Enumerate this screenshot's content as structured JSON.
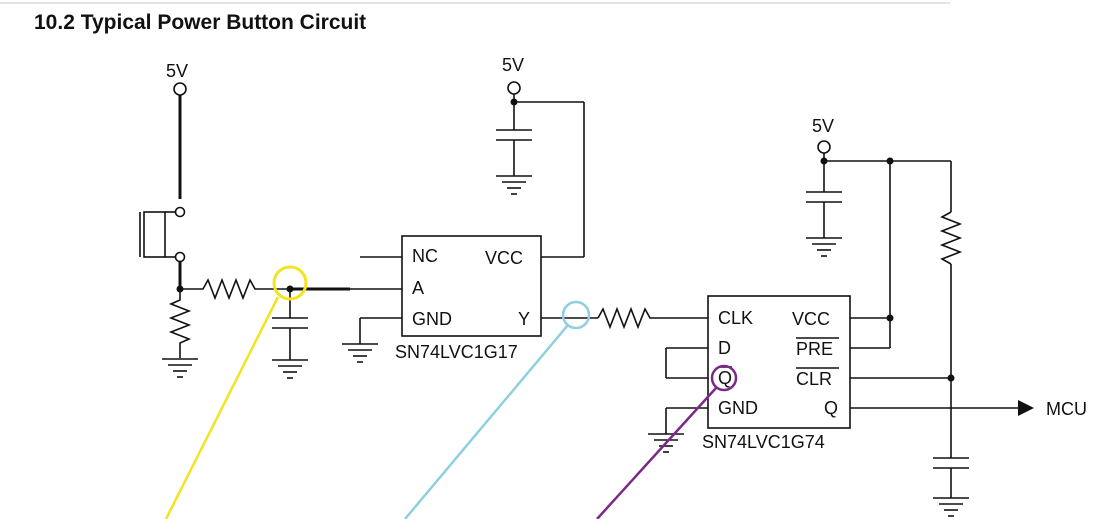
{
  "title": "10.2   Typical Power Button Circuit",
  "supplies": {
    "left": "5V",
    "middle": "5V",
    "right": "5V"
  },
  "chip1": {
    "pins": {
      "nc": "NC",
      "a": "A",
      "gnd": "GND",
      "vcc": "VCC",
      "y": "Y"
    },
    "part_number": "SN74LVC1G17"
  },
  "chip2": {
    "pins": {
      "clk": "CLK",
      "d": "D",
      "qbar": "Q",
      "gnd": "GND",
      "vcc": "VCC",
      "pre": "PRE",
      "clr": "CLR",
      "q": "Q"
    },
    "part_number": "SN74LVC1G74"
  },
  "output_label": "MCU",
  "colors": {
    "wire": "#111111",
    "highlight_yellow": "#f2e41f",
    "highlight_blue": "#8fcfe0",
    "highlight_purple": "#7a2a86"
  }
}
